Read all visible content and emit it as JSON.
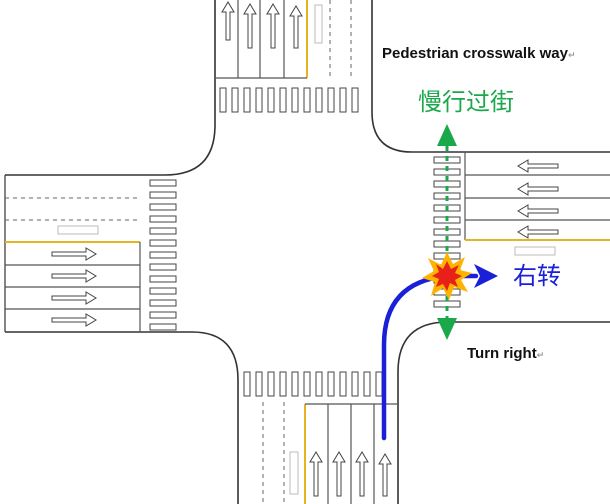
{
  "labels": {
    "pedestrian_en": "Pedestrian crosswalk way",
    "pedestrian_cn": "慢行过街",
    "turn_right_en": "Turn right",
    "turn_right_cn": "右转",
    "return_mark": "↵"
  },
  "colors": {
    "pedestrian": "#1aa84a",
    "turn": "#1a20d8",
    "curb": "#333333",
    "lane": "#555555",
    "center_line": "#e6b422",
    "collision_outer": "#ffb300",
    "collision_inner": "#e8201a"
  },
  "icons": {
    "pedestrian_path": "dotted-double-arrow",
    "turn_path": "curved-arrow",
    "conflict": "explosion-icon"
  }
}
